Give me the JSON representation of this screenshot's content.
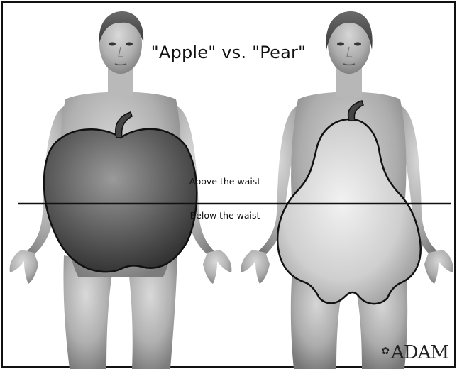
{
  "title": "\"Apple\" vs. \"Pear\"",
  "labels": {
    "above": "Above the waist",
    "below": "Below the waist"
  },
  "logo": {
    "text": "ADAM"
  },
  "colors": {
    "border": "#111111",
    "skin_light": "#cfcfcf",
    "skin_mid": "#a9a9a9",
    "skin_dark": "#6f6f6f",
    "apple_light": "#9a9a9a",
    "apple_dark": "#2e2e2e",
    "pear_light": "#f1f1f1",
    "pear_dark": "#9f9f9f"
  }
}
